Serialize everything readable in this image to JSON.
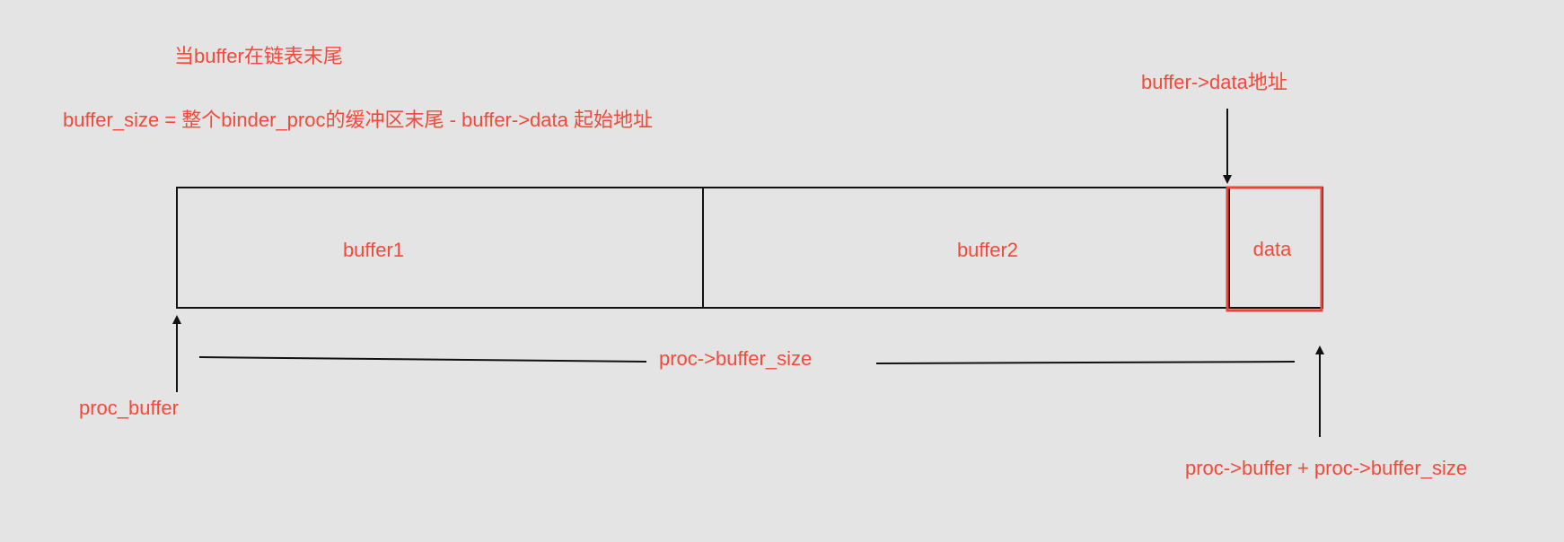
{
  "diagram": {
    "title": "当buffer在链表末尾",
    "formula": "buffer_size = 整个binder_proc的缓冲区末尾 - buffer->data 起始地址",
    "data_address_label": "buffer->data地址",
    "cells": {
      "buffer1": "buffer1",
      "buffer2": "buffer2",
      "data": "data"
    },
    "size_label": "proc->buffer_size",
    "start_label": "proc_buffer",
    "end_label": "proc->buffer + proc->buffer_size",
    "colors": {
      "label": "#f24a3a",
      "outline": "#111111",
      "highlight": "#e8443a",
      "background": "#e4e4e4"
    }
  }
}
